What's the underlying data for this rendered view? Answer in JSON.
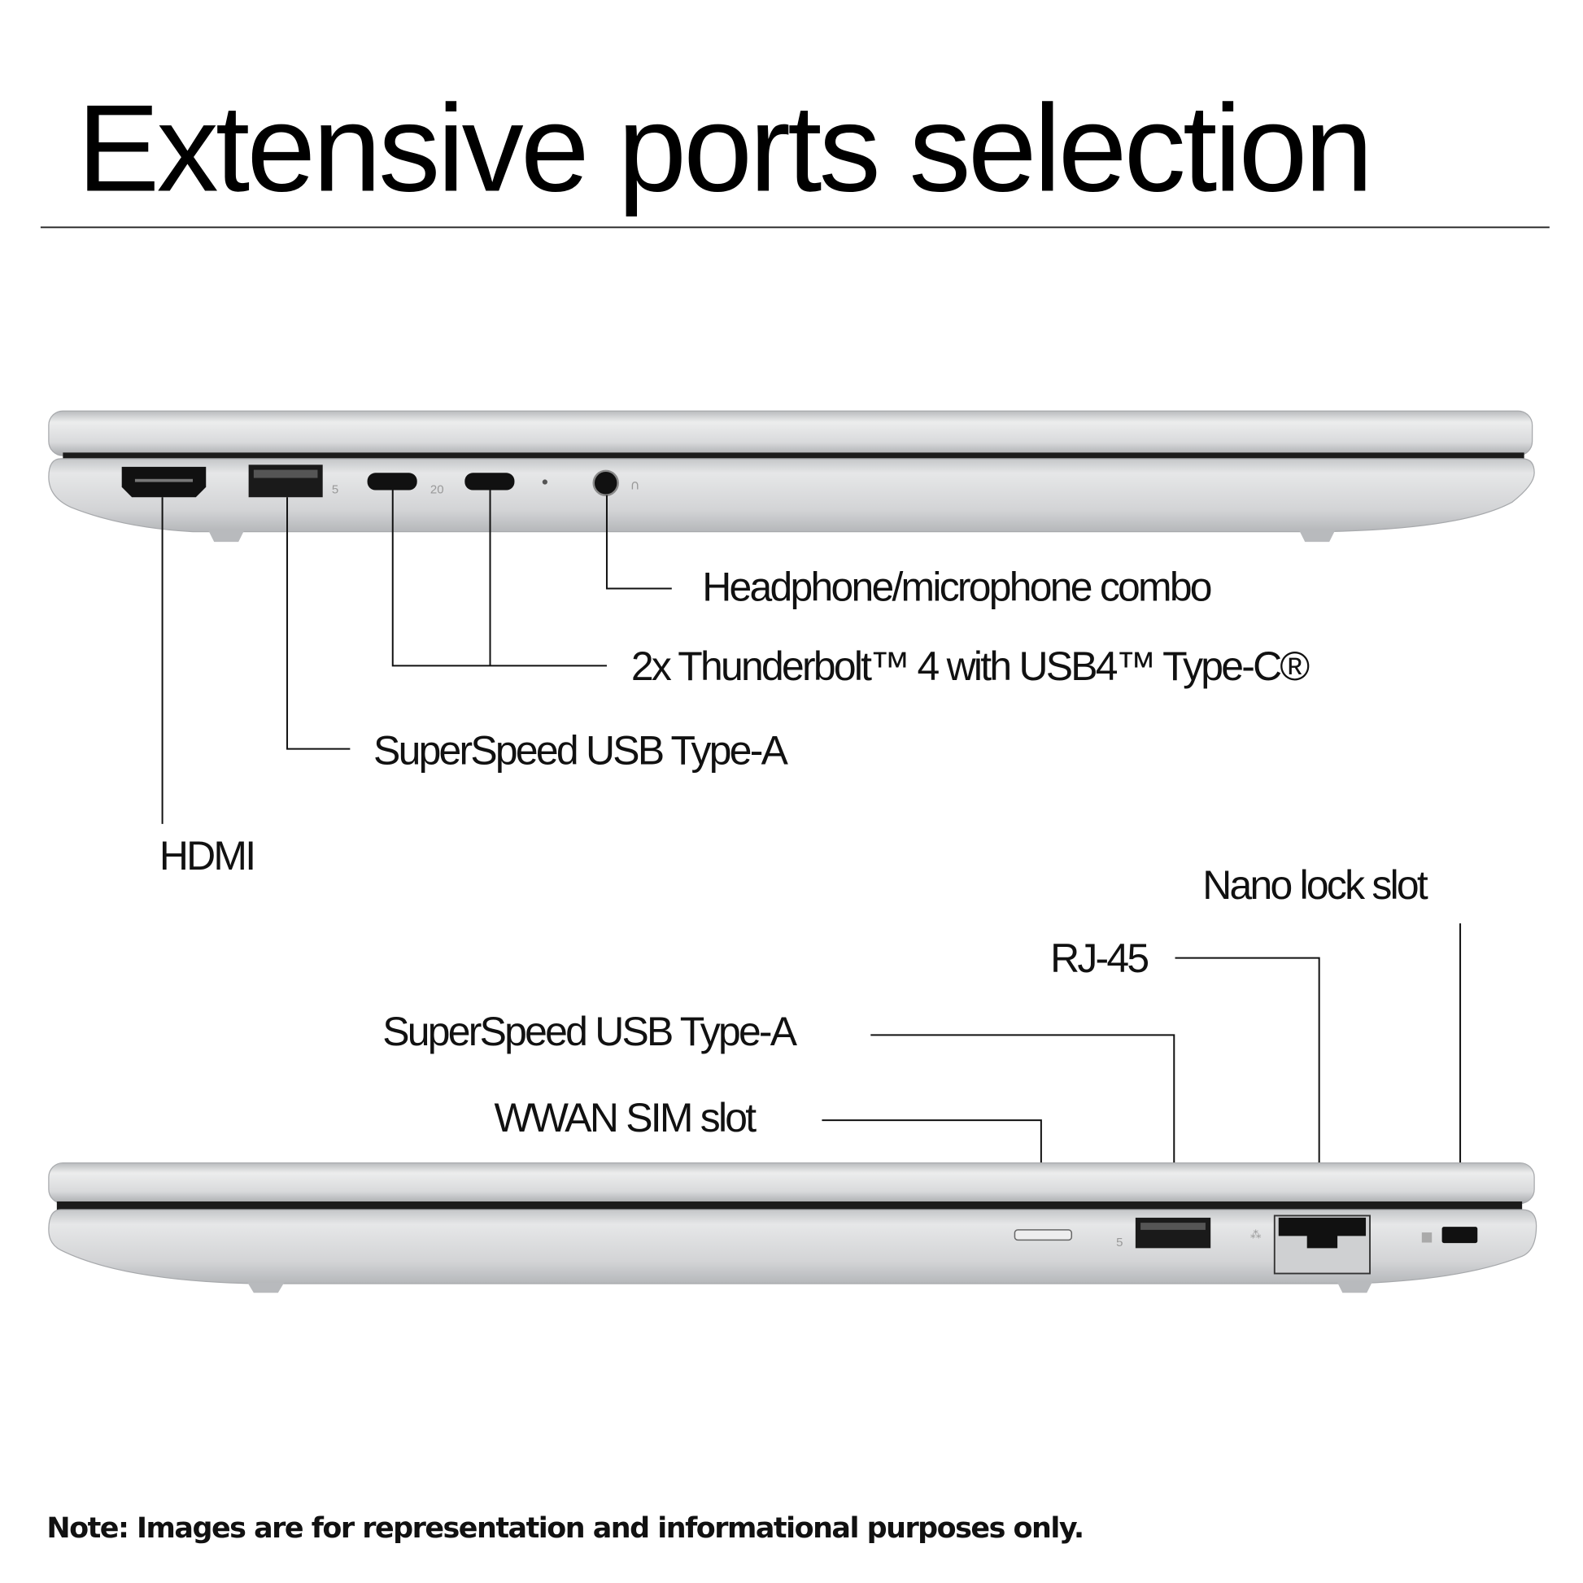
{
  "title": "Extensive ports selection",
  "left_side": {
    "labels": {
      "headphone": "Headphone/microphone combo",
      "thunderbolt": "2x Thunderbolt™ 4 with USB4™ Type-C®",
      "usb_a": "SuperSpeed USB Type-A",
      "hdmi": "HDMI"
    }
  },
  "right_side": {
    "labels": {
      "nano_lock": "Nano lock slot",
      "rj45": "RJ-45",
      "usb_a": "SuperSpeed USB Type-A",
      "sim": "WWAN SIM slot"
    }
  },
  "note": "Note: Images are for representation and informational purposes only.",
  "colors": {
    "silver": "#d6d7d9",
    "port": "#111111",
    "text": "#111111"
  }
}
